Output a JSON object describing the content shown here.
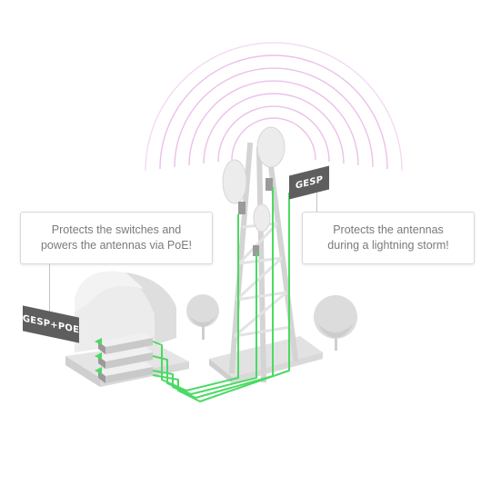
{
  "callouts": {
    "left": {
      "line1": "Protects the switches and",
      "line2": "powers the antennas via PoE!"
    },
    "right": {
      "line1": "Protects the antennas",
      "line2": "during a lightning storm!"
    }
  },
  "tags": {
    "poe": "GESP+POE",
    "tower": "GESP"
  },
  "colors": {
    "accent_green": "#4cd964",
    "signal_pink": "#e8b6e6",
    "tag_gray": "#5e5e5e",
    "structure_light": "#ececec",
    "structure_mid": "#d6d6d6",
    "structure_dark": "#bdbdbd"
  }
}
